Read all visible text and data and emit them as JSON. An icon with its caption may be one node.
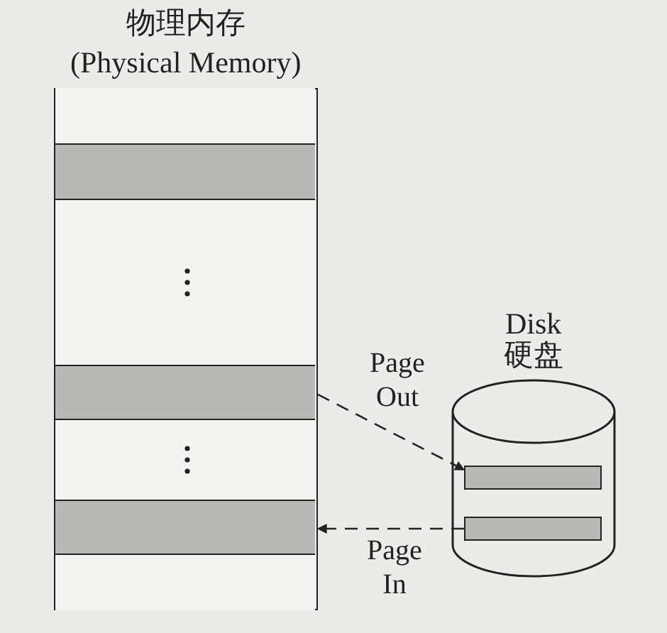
{
  "diagram": {
    "nodes": [
      {
        "text": [
          "物理内存",
          "(Physical Memory)"
        ]
      },
      {
        "text": [],
        "shape": "box",
        "in": 0
      },
      {
        "text": [],
        "shape": "box",
        "in": 0
      },
      {
        "text": [],
        "shape": "box",
        "in": 0
      },
      {
        "text": [],
        "shape": "box",
        "in": 0
      },
      {
        "text": [],
        "shape": "box",
        "in": 0
      },
      {
        "text": [],
        "shape": "box",
        "in": 0
      },
      {
        "text": [],
        "shape": "box",
        "in": 0
      },
      {
        "text": [
          "Disk",
          "硬盘"
        ]
      },
      {
        "text": [],
        "shape": "box",
        "in": 8
      },
      {
        "text": [],
        "shape": "box",
        "in": 8
      }
    ],
    "edges": [
      {
        "from": 4,
        "to": 9,
        "arrow": "to",
        "label": "Page Out",
        "style": "dashed"
      },
      {
        "from": 10,
        "to": 6,
        "arrow": "to",
        "label": "Page In",
        "style": "dashed"
      }
    ]
  }
}
